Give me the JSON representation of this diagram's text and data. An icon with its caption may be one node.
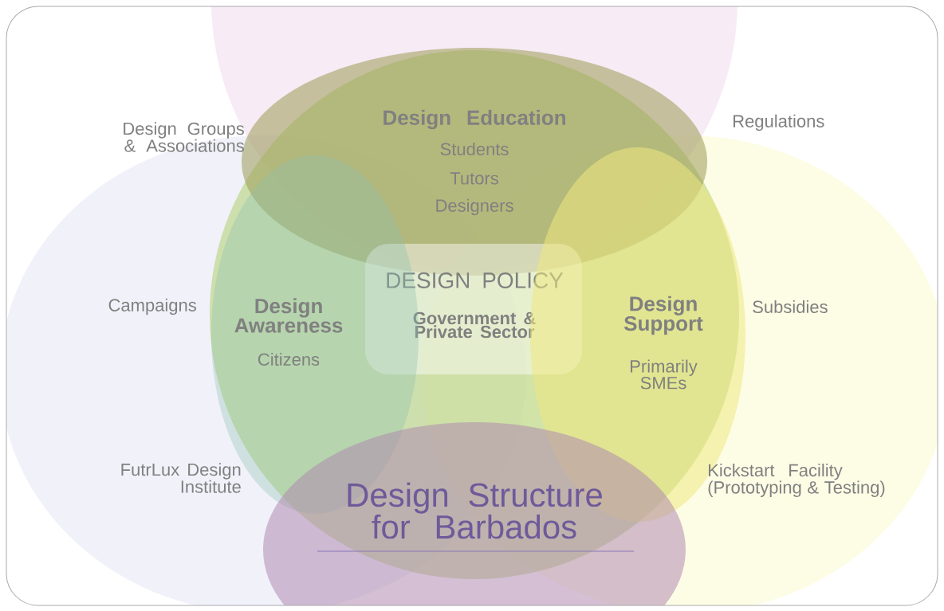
{
  "diagram": {
    "nodes": [
      {
        "text": [
          "Design Education",
          "Students",
          "Tutors",
          "Designers"
        ]
      },
      {
        "text": [
          "DESIGN POLICY",
          "Government & Private Sector"
        ]
      },
      {
        "text": [
          "Design Awareness",
          "Citizens"
        ]
      },
      {
        "text": [
          "Design Support",
          "Primarily SMEs"
        ]
      },
      {
        "text": [
          "Design Structure for Barbados"
        ]
      }
    ],
    "labels": [
      "Design Groups & Associations",
      "Regulations",
      "Campaigns",
      "Subsidies",
      "FutrLux Design Institute",
      "Kickstart Facility (Prototyping & Testing)"
    ]
  }
}
